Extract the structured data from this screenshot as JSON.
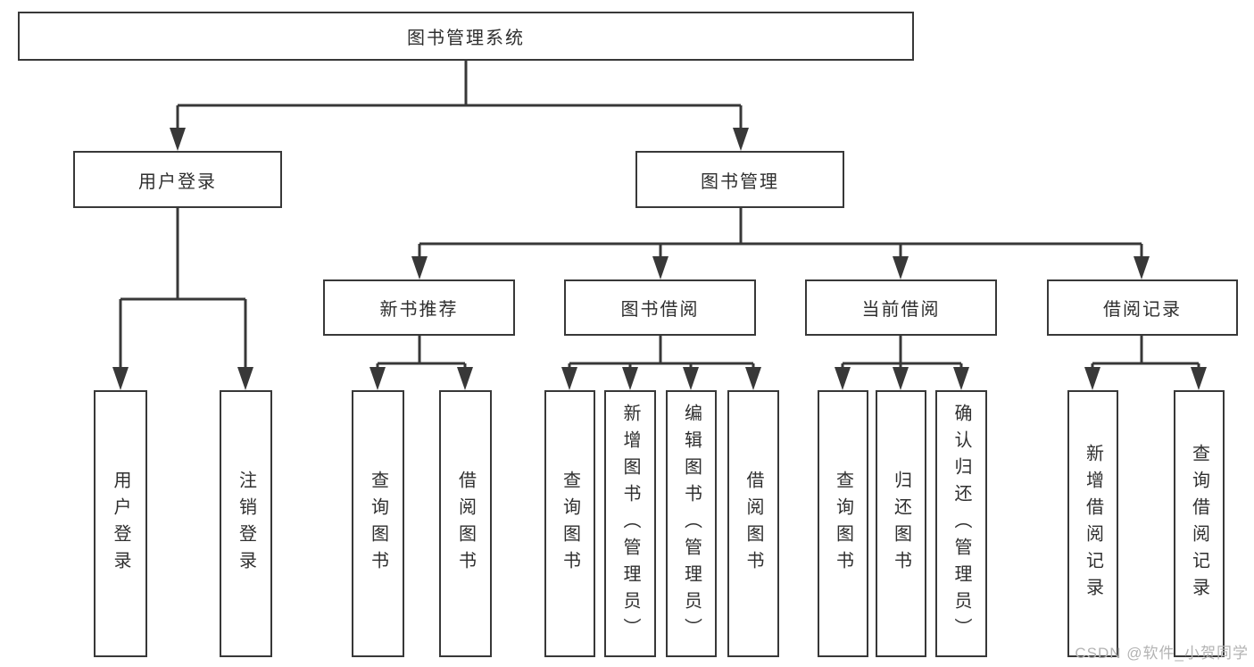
{
  "diagram": {
    "watermark": "CSDN @软件_小贺同学",
    "colors": {
      "line": "#383838",
      "text": "#2f2f2f",
      "watermark": "#b3b3b3",
      "background": "#ffffff"
    },
    "tree": {
      "label": "图书管理系统",
      "children": [
        {
          "label": "用户登录",
          "children": [
            {
              "label": "用户登录"
            },
            {
              "label": "注销登录"
            }
          ]
        },
        {
          "label": "图书管理",
          "children": [
            {
              "label": "新书推荐",
              "children": [
                {
                  "label": "查询图书"
                },
                {
                  "label": "借阅图书"
                }
              ]
            },
            {
              "label": "图书借阅",
              "children": [
                {
                  "label": "查询图书"
                },
                {
                  "label": "新增图书（管理员）"
                },
                {
                  "label": "编辑图书（管理员）"
                },
                {
                  "label": "借阅图书"
                }
              ]
            },
            {
              "label": "当前借阅",
              "children": [
                {
                  "label": "查询图书"
                },
                {
                  "label": "归还图书"
                },
                {
                  "label": "确认归还（管理员）"
                }
              ]
            },
            {
              "label": "借阅记录",
              "children": [
                {
                  "label": "新增借阅记录"
                },
                {
                  "label": "查询借阅记录"
                }
              ]
            }
          ]
        }
      ]
    }
  }
}
